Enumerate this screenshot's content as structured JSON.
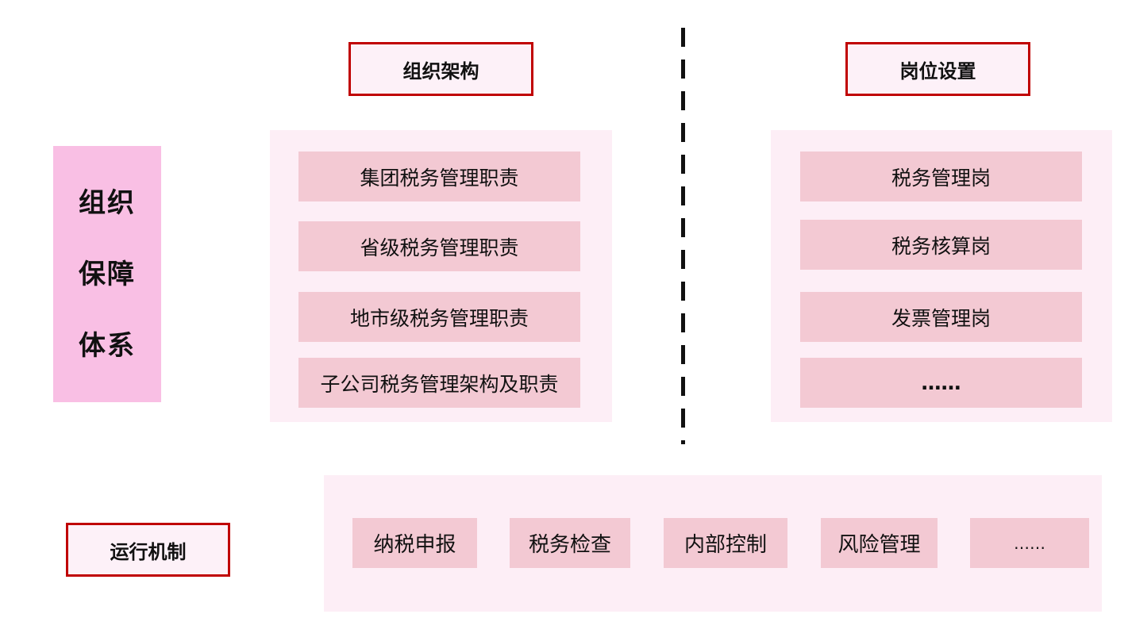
{
  "sidebar": {
    "lines": [
      "组织",
      "保障",
      "体系"
    ]
  },
  "org_structure": {
    "header": "组织架构",
    "items": [
      "集团税务管理职责",
      "省级税务管理职责",
      "地市级税务管理职责",
      "子公司税务管理架构及职责"
    ]
  },
  "positions": {
    "header": "岗位设置",
    "items": [
      "税务管理岗",
      "税务核算岗",
      "发票管理岗",
      "……"
    ]
  },
  "mechanism": {
    "header": "运行机制",
    "items": [
      "纳税申报",
      "税务检查",
      "内部控制",
      "风险管理",
      "……"
    ]
  },
  "colors": {
    "header_border": "#c00000",
    "sidebar_fill": "#f9bfe4",
    "panel_fill": "#fdeef6",
    "item_fill": "#f3c9d3"
  }
}
